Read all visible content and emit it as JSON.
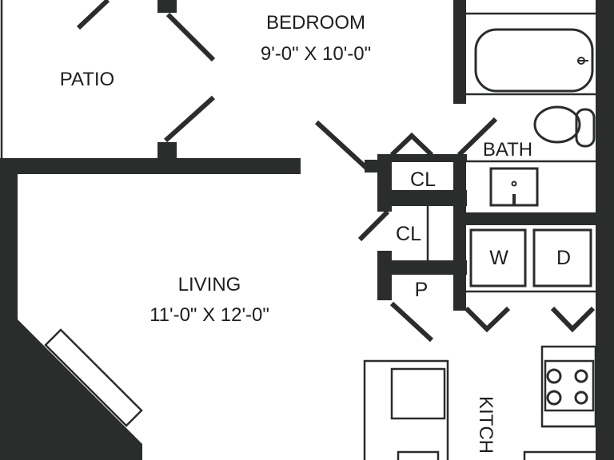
{
  "rooms": {
    "patio": {
      "name": "PATIO"
    },
    "bedroom": {
      "name": "BEDROOM",
      "size": "9'-0\" X 10'-0\""
    },
    "living": {
      "name": "LIVING",
      "size": "11'-0\" X 12'-0\""
    },
    "bath": {
      "name": "BATH"
    },
    "closet_upper": {
      "name": "CL"
    },
    "closet_lower": {
      "name": "CL"
    },
    "pantry": {
      "name": "P"
    },
    "washer": {
      "name": "W"
    },
    "dryer": {
      "name": "D"
    },
    "kitchen": {
      "name": "KITCH"
    }
  },
  "colors": {
    "wall": "#2b2d2d",
    "line": "#2b2d2d",
    "background": "#ffffff"
  }
}
